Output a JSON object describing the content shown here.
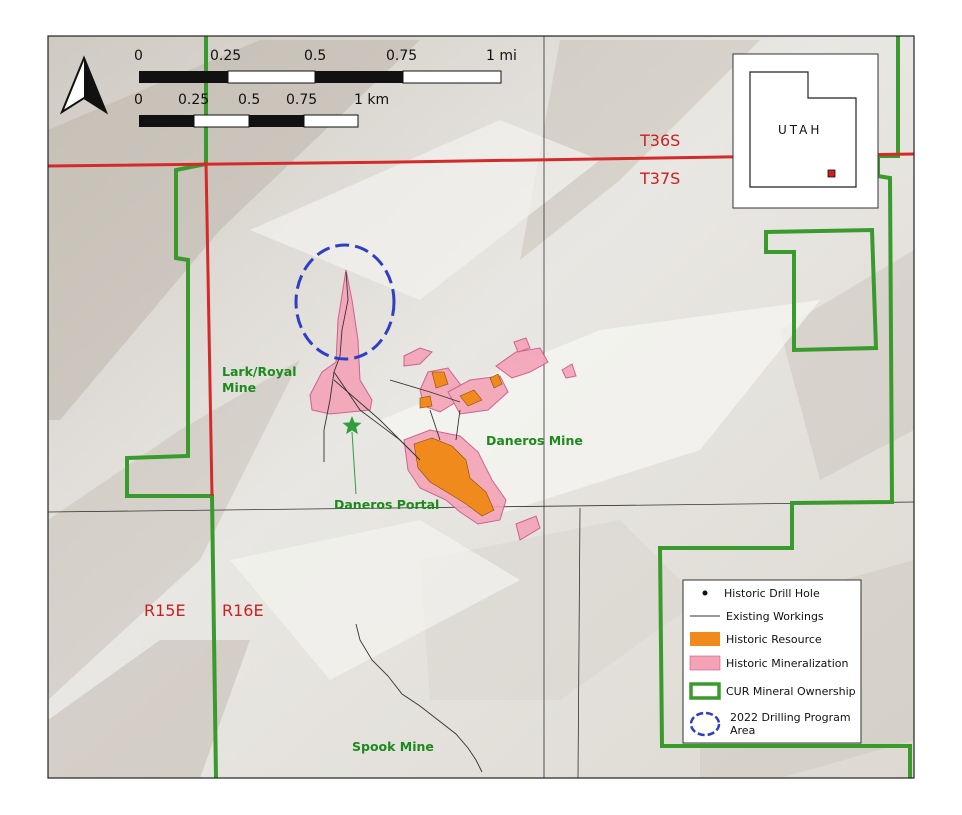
{
  "north_arrow": {
    "icon": "north-arrow-icon"
  },
  "scale_miles": {
    "ticks": [
      "0",
      "0.25",
      "0.5",
      "0.75",
      "1 mi"
    ]
  },
  "scale_km": {
    "ticks": [
      "0",
      "0.25",
      "0.5",
      "0.75",
      "1 km"
    ]
  },
  "inset": {
    "label": "UTAH",
    "marker_color": "#cc1f1f"
  },
  "township_labels": {
    "north": "T36S",
    "south": "T37S"
  },
  "range_labels": {
    "west": "R15E",
    "east": "R16E"
  },
  "features": {
    "lark_royal_line1": "Lark/Royal",
    "lark_royal_line2": "Mine",
    "daneros_mine": "Daneros Mine",
    "daneros_portal": "Daneros Portal",
    "spook_mine": "Spook Mine"
  },
  "legend": {
    "drill_hole": "Historic Drill Hole",
    "workings": "Existing Workings",
    "resource": "Historic Resource",
    "mineralization": "Historic Mineralization",
    "ownership": "CUR Mineral Ownership",
    "drilling_line1": "2022 Drilling Program",
    "drilling_line2": "Area"
  },
  "colors": {
    "township_line": "#d42a2a",
    "ownership": "#3a9a2e",
    "resource": "#f08a1c",
    "mineralization": "#f4a3b6",
    "drilling_area": "#2f3fc4",
    "portal_star": "#2e9e3e"
  }
}
